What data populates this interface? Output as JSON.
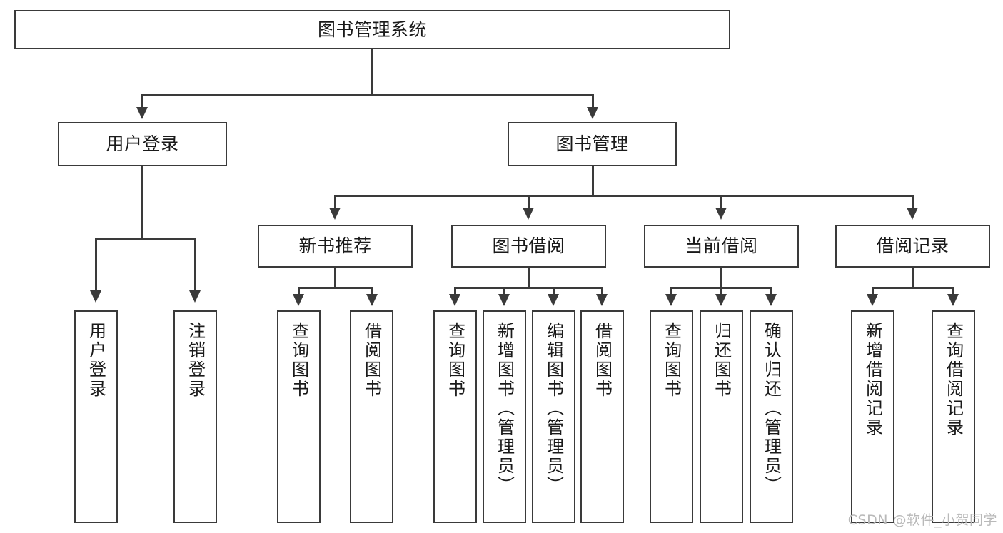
{
  "diagram": {
    "type": "tree",
    "title": "图书管理系统",
    "watermark": "CSDN @软件_小贺同学",
    "colors": {
      "stroke": "#3a3a3a",
      "fill": "#ffffff",
      "text": "#1a1a1a",
      "watermark": "#b9b9b9"
    },
    "levels": {
      "root": {
        "label": "图书管理系统"
      },
      "level2": [
        {
          "id": "user-login",
          "label": "用户登录"
        },
        {
          "id": "book-manage",
          "label": "图书管理"
        }
      ],
      "level3": [
        {
          "id": "new-book-rec",
          "label": "新书推荐",
          "parent": "book-manage"
        },
        {
          "id": "book-borrow",
          "label": "图书借阅",
          "parent": "book-manage"
        },
        {
          "id": "current-borrow",
          "label": "当前借阅",
          "parent": "book-manage"
        },
        {
          "id": "borrow-record",
          "label": "借阅记录",
          "parent": "book-manage"
        }
      ],
      "leaves": [
        {
          "id": "leaf-user-login",
          "label": "用户登录",
          "parent": "user-login"
        },
        {
          "id": "leaf-logout",
          "label": "注销登录",
          "parent": "user-login"
        },
        {
          "id": "leaf-query-book-1",
          "label": "查询图书",
          "parent": "new-book-rec"
        },
        {
          "id": "leaf-borrow-book-1",
          "label": "借阅图书",
          "parent": "new-book-rec"
        },
        {
          "id": "leaf-query-book-2",
          "label": "查询图书",
          "parent": "book-borrow"
        },
        {
          "id": "leaf-add-book",
          "label": "新增图书（管理员）",
          "parent": "book-borrow"
        },
        {
          "id": "leaf-edit-book",
          "label": "编辑图书（管理员）",
          "parent": "book-borrow"
        },
        {
          "id": "leaf-borrow-book-2",
          "label": "借阅图书",
          "parent": "book-borrow"
        },
        {
          "id": "leaf-query-book-3",
          "label": "查询图书",
          "parent": "current-borrow"
        },
        {
          "id": "leaf-return-book",
          "label": "归还图书",
          "parent": "current-borrow"
        },
        {
          "id": "leaf-confirm-return",
          "label": "确认归还（管理员）",
          "parent": "current-borrow"
        },
        {
          "id": "leaf-add-record",
          "label": "新增借阅记录",
          "parent": "borrow-record"
        },
        {
          "id": "leaf-query-record",
          "label": "查询借阅记录",
          "parent": "borrow-record"
        }
      ]
    }
  }
}
